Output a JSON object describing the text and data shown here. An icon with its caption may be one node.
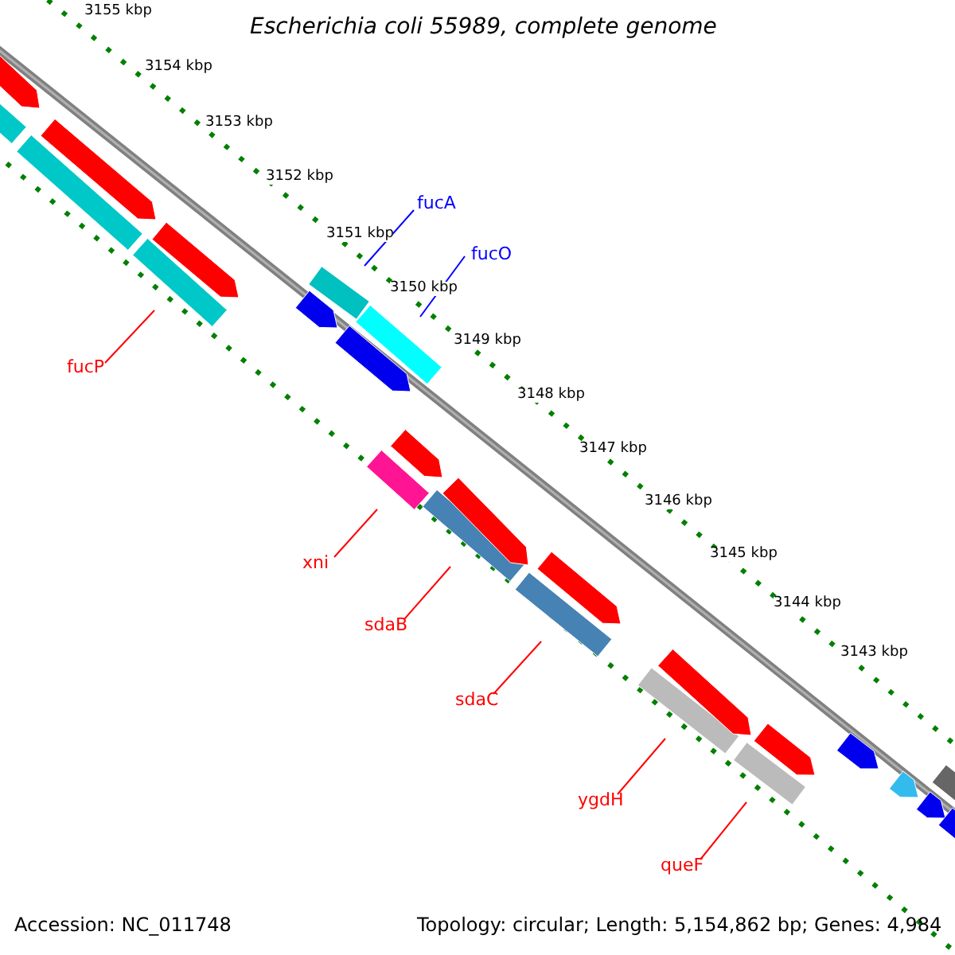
{
  "diagram": {
    "title": "Escherichia coli 55989, complete genome",
    "nodes": [
      {
        "text": [
          "fucA"
        ]
      },
      {
        "text": [],
        "shape": "bar"
      },
      {
        "text": [
          "fucO"
        ]
      },
      {
        "text": [],
        "shape": "bar"
      },
      {
        "text": [
          "fucP"
        ]
      },
      {
        "text": [],
        "shape": "bar"
      },
      {
        "text": [
          "xni"
        ]
      },
      {
        "text": [],
        "shape": "bar"
      },
      {
        "text": [
          "sdaB"
        ]
      },
      {
        "text": [],
        "shape": "bar"
      },
      {
        "text": [
          "sdaC"
        ]
      },
      {
        "text": [],
        "shape": "bar"
      },
      {
        "text": [
          "ygdH"
        ]
      },
      {
        "text": [],
        "shape": "bar"
      },
      {
        "text": [
          "queF"
        ]
      },
      {
        "text": [],
        "shape": "bar"
      },
      {
        "text": [],
        "shape": "bar"
      },
      {
        "text": [],
        "shape": "bar"
      },
      {
        "text": [],
        "shape": "bar"
      },
      {
        "text": [],
        "shape": "bar"
      },
      {
        "text": [],
        "shape": "bar"
      },
      {
        "text": [],
        "shape": "bar"
      },
      {
        "text": [],
        "shape": "bar"
      },
      {
        "text": [],
        "shape": "bar"
      },
      {
        "text": [],
        "shape": "bar"
      },
      {
        "text": [],
        "shape": "bar"
      },
      {
        "text": [],
        "shape": "bar"
      },
      {
        "text": [],
        "shape": "bar"
      },
      {
        "text": [],
        "shape": "bar"
      },
      {
        "text": [],
        "shape": "bar"
      },
      {
        "text": [],
        "shape": "bar"
      },
      {
        "text": [],
        "shape": "bar"
      },
      {
        "text": [],
        "shape": "bar"
      }
    ],
    "edges": [
      {
        "from": 0,
        "to": 1,
        "arrow": "none",
        "color": "#0000ff"
      },
      {
        "from": 2,
        "to": 3,
        "arrow": "none",
        "color": "#0000ff"
      },
      {
        "from": 4,
        "to": 5,
        "arrow": "none"
      },
      {
        "from": 6,
        "to": 7,
        "arrow": "none"
      },
      {
        "from": 8,
        "to": 9,
        "arrow": "none"
      },
      {
        "from": 10,
        "to": 11,
        "arrow": "none"
      },
      {
        "from": 12,
        "to": 13,
        "arrow": "none"
      },
      {
        "from": 14,
        "to": 15,
        "arrow": "none"
      }
    ],
    "labels": [
      "3155 kbp",
      "3154 kbp",
      "3153 kbp",
      "3152 kbp",
      "3151 kbp",
      "3150 kbp",
      "3149 kbp",
      "3148 kbp",
      "3147 kbp",
      "3146 kbp",
      "3145 kbp",
      "3144 kbp",
      "3143 kbp",
      "Accession: NC_011748",
      "Topology: circular; Length: 5,154,862 bp; Genes: 4,984"
    ]
  }
}
